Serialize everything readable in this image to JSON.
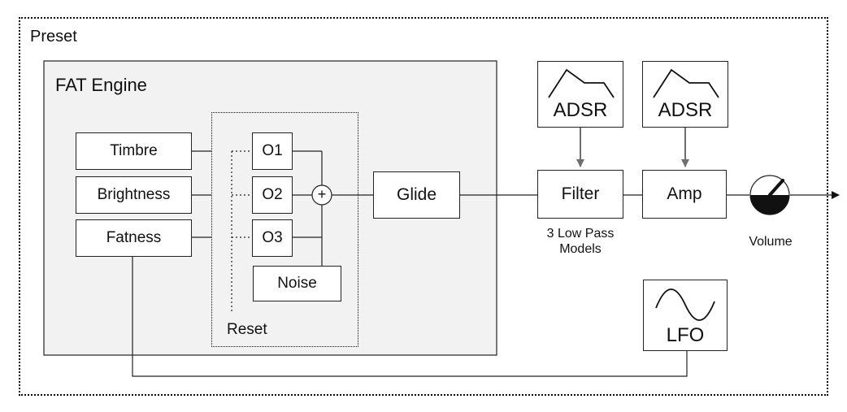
{
  "regions": {
    "preset": "Preset",
    "fat_engine": "FAT Engine",
    "reset": "Reset"
  },
  "controls": {
    "timbre": "Timbre",
    "brightness": "Brightness",
    "fatness": "Fatness"
  },
  "oscillators": {
    "o1": "O1",
    "o2": "O2",
    "o3": "O3",
    "noise": "Noise",
    "mixer_symbol": "+"
  },
  "modules": {
    "glide": "Glide",
    "filter": "Filter",
    "filter_note_line1": "3 Low Pass",
    "filter_note_line2": "Models",
    "amp": "Amp",
    "volume": "Volume",
    "lfo": "LFO",
    "adsr_filter": "ADSR",
    "adsr_amp": "ADSR"
  },
  "icons": {
    "envelope": "adsr-envelope-icon",
    "wave": "sine-wave-icon",
    "knob": "volume-knob-icon"
  },
  "colors": {
    "engine_fill": "#f2f2f2",
    "arrow_gray": "#6f6f6f",
    "line": "#111111"
  }
}
